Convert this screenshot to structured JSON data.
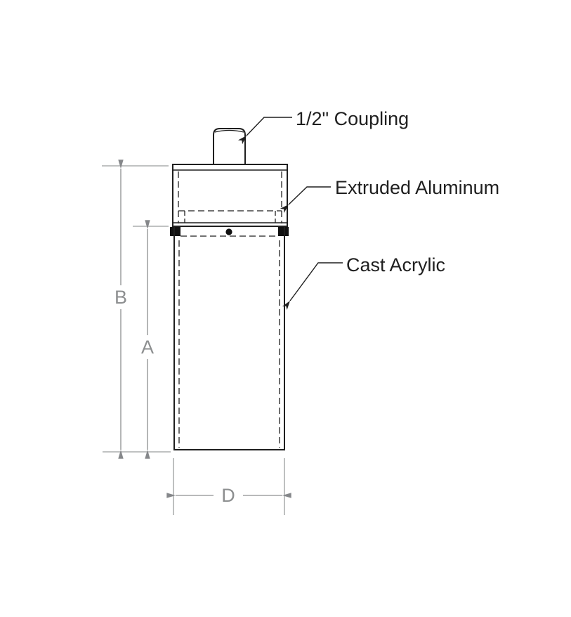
{
  "drawing": {
    "type": "technical-elevation-drawing",
    "labels": {
      "coupling": "1/2\" Coupling",
      "aluminum": "Extruded Aluminum",
      "acrylic": "Cast Acrylic"
    },
    "dimensions": {
      "overall_height": "B",
      "acrylic_height": "A",
      "width": "D"
    },
    "parts": [
      "1/2\" Coupling",
      "Extruded Aluminum housing",
      "Cast Acrylic tube"
    ],
    "colors": {
      "line": "#1f1f1f",
      "dimension": "#8d8f90",
      "background": "#ffffff"
    }
  }
}
